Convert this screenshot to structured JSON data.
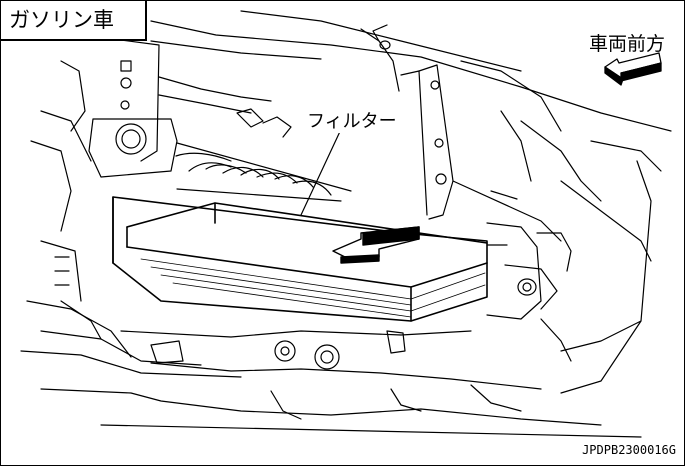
{
  "labels": {
    "vehicle_type": "ガソリン車",
    "direction": "車両前方",
    "part": "フィルター",
    "figure_code": "JPDPB2300016G"
  },
  "colors": {
    "line": "#000000",
    "background": "#ffffff"
  }
}
